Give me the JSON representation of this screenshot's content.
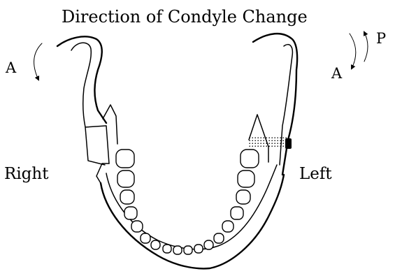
{
  "diagram": {
    "title": "Direction of Condyle Change",
    "labels": {
      "right": "Right",
      "left": "Left"
    },
    "arrows": {
      "right_condyle": "A",
      "left_condyle_anterior": "A",
      "left_condyle_posterior": "P"
    }
  },
  "colors": {
    "line": "#000000",
    "background": "#ffffff"
  }
}
